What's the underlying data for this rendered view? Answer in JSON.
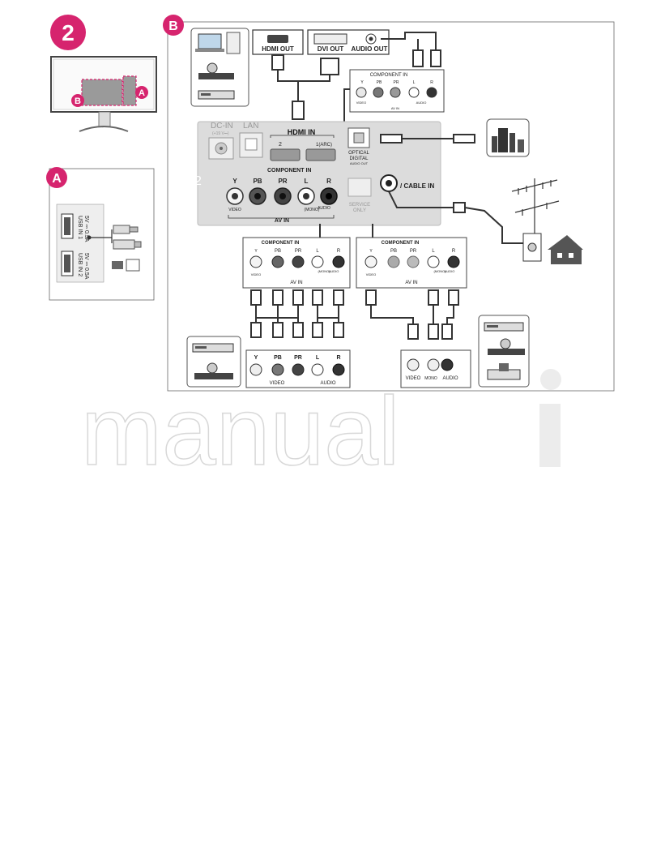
{
  "step_number": "2",
  "badges": {
    "a": "A",
    "b": "B"
  },
  "usb": {
    "port1": "USB IN 1",
    "port1_rating": "5V ⎓ 0.5A",
    "port2": "USB IN 2",
    "port2_rating": "5V ⎓ 0.5A"
  },
  "source_ports": {
    "hdmi_out": "HDMI OUT",
    "dvi_out": "DVI OUT",
    "audio_out": "AUDIO OUT"
  },
  "tv_panel": {
    "dc_in": "DC-IN",
    "dc_in_sub": "(+19 V⎓)",
    "lan": "LAN",
    "hdmi_in": "HDMI IN",
    "hdmi_port2": "2",
    "hdmi_port1": "1(ARC)",
    "component_in": "COMPONENT IN",
    "optical_line1": "OPTICAL",
    "optical_line2": "DIGITAL",
    "optical_line3": "AUDIO OUT",
    "y": "Y",
    "pb": "PB",
    "pr": "PR",
    "l": "L",
    "r": "R",
    "video": "VIDEO",
    "mono": "(MONO)",
    "audio": "AUDIO",
    "av_in": "AV IN",
    "service_line1": "SERVICE",
    "service_line2": "ONLY",
    "antenna": "/ CABLE IN",
    "number_2": "2"
  },
  "small_panel": {
    "component_in": "COMPONENT IN",
    "y": "Y",
    "pb": "PB",
    "pr": "PR",
    "l": "L",
    "r": "R",
    "video": "VIDEO",
    "mono": "(MONO)",
    "audio": "AUDIO",
    "av_in": "AV IN"
  },
  "device_component": {
    "y": "Y",
    "pb": "PB",
    "pr": "PR",
    "l": "L",
    "r": "R",
    "video": "VIDEO",
    "audio": "AUDIO"
  },
  "device_av": {
    "video": "VIDEO",
    "mono": "MONO",
    "audio": "AUDIO"
  },
  "watermark": "manual"
}
